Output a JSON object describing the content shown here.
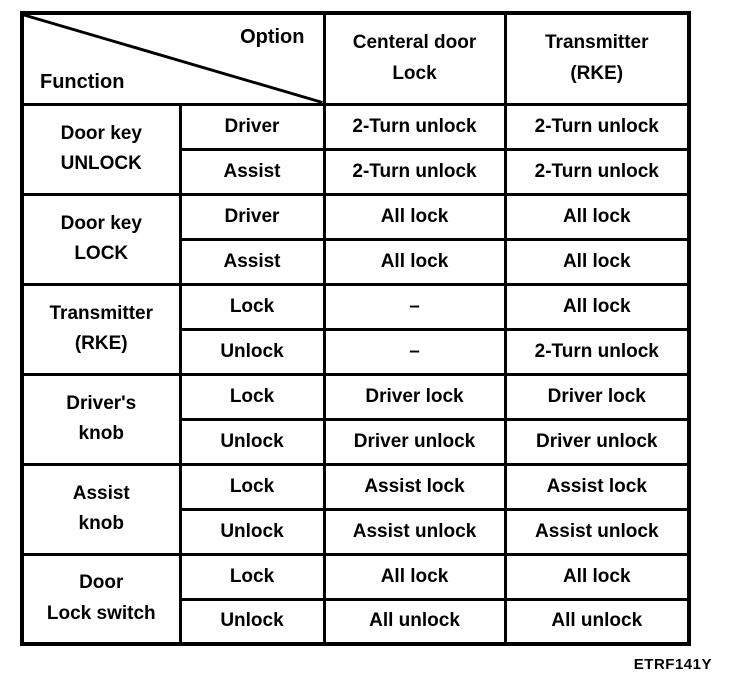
{
  "page": {
    "background": "#ffffff",
    "ink_color": "#000000"
  },
  "figure_code": "ETRF141Y",
  "table": {
    "corner": {
      "option_label": "Option",
      "function_label": "Function"
    },
    "columns": [
      "Centeral door\nLock",
      "Transmitter\n(RKE)"
    ],
    "groups": [
      {
        "function": "Door key\nUNLOCK",
        "rows": [
          {
            "option": "Driver",
            "central_door_lock": "2-Turn unlock",
            "transmitter_rke": "2-Turn unlock"
          },
          {
            "option": "Assist",
            "central_door_lock": "2-Turn unlock",
            "transmitter_rke": "2-Turn unlock"
          }
        ]
      },
      {
        "function": "Door key\nLOCK",
        "rows": [
          {
            "option": "Driver",
            "central_door_lock": "All lock",
            "transmitter_rke": "All lock"
          },
          {
            "option": "Assist",
            "central_door_lock": "All lock",
            "transmitter_rke": "All lock"
          }
        ]
      },
      {
        "function": "Transmitter\n(RKE)",
        "rows": [
          {
            "option": "Lock",
            "central_door_lock": "–",
            "transmitter_rke": "All lock"
          },
          {
            "option": "Unlock",
            "central_door_lock": "–",
            "transmitter_rke": "2-Turn unlock"
          }
        ]
      },
      {
        "function": "Driver's\nknob",
        "rows": [
          {
            "option": "Lock",
            "central_door_lock": "Driver lock",
            "transmitter_rke": "Driver lock"
          },
          {
            "option": "Unlock",
            "central_door_lock": "Driver unlock",
            "transmitter_rke": "Driver unlock"
          }
        ]
      },
      {
        "function": "Assist\nknob",
        "rows": [
          {
            "option": "Lock",
            "central_door_lock": "Assist lock",
            "transmitter_rke": "Assist lock"
          },
          {
            "option": "Unlock",
            "central_door_lock": "Assist unlock",
            "transmitter_rke": "Assist unlock"
          }
        ]
      },
      {
        "function": "Door\nLock switch",
        "rows": [
          {
            "option": "Lock",
            "central_door_lock": "All lock",
            "transmitter_rke": "All lock"
          },
          {
            "option": "Unlock",
            "central_door_lock": "All unlock",
            "transmitter_rke": "All unlock"
          }
        ]
      }
    ]
  }
}
